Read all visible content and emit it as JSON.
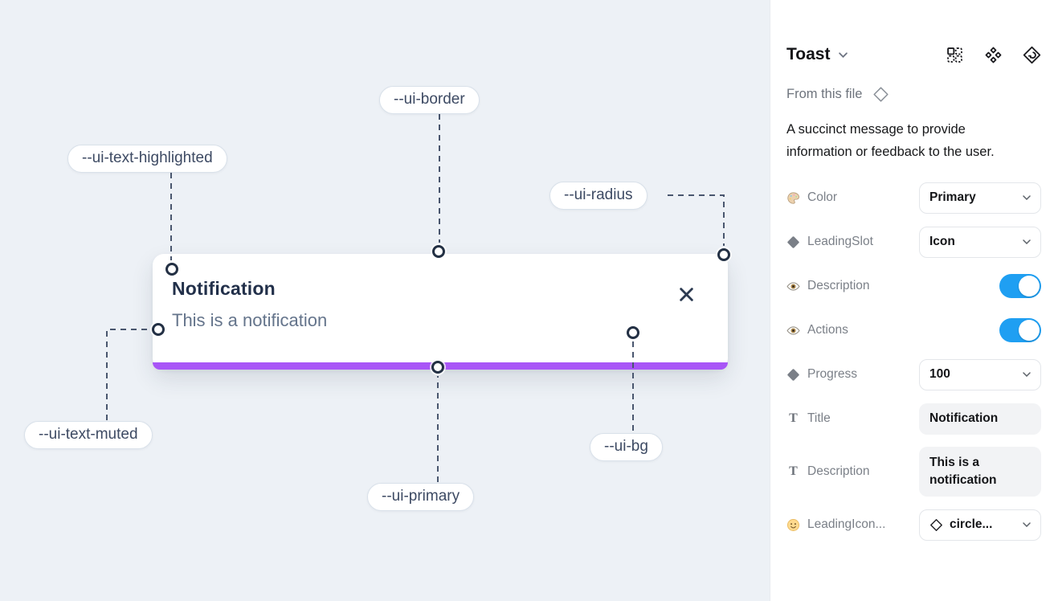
{
  "canvas": {
    "toast": {
      "title": "Notification",
      "description": "This is a notification"
    },
    "labels": [
      {
        "id": "ui-border",
        "text": "--ui-border"
      },
      {
        "id": "ui-text-highlighted",
        "text": "--ui-text-highlighted"
      },
      {
        "id": "ui-radius",
        "text": "--ui-radius"
      },
      {
        "id": "ui-text-muted",
        "text": "--ui-text-muted"
      },
      {
        "id": "ui-primary",
        "text": "--ui-primary"
      },
      {
        "id": "ui-bg",
        "text": "--ui-bg"
      }
    ]
  },
  "panel": {
    "title": "Toast",
    "source": "From this file",
    "description": "A succinct message to provide information or feedback to the user.",
    "header_icons": [
      "instance-grid-icon",
      "component-icon",
      "revert-diamond-icon"
    ],
    "properties": [
      {
        "icon": "palette-icon",
        "label": "Color",
        "control": "select",
        "value": "Primary"
      },
      {
        "icon": "diamond-icon",
        "label": "LeadingSlot",
        "control": "select",
        "value": "Icon"
      },
      {
        "icon": "eye-icon",
        "label": "Description",
        "control": "toggle",
        "state": "on"
      },
      {
        "icon": "eye-icon",
        "label": "Actions",
        "control": "toggle",
        "state": "on"
      },
      {
        "icon": "diamond-icon",
        "label": "Progress",
        "control": "select",
        "value": "100"
      },
      {
        "icon": "text-icon",
        "label": "Title",
        "control": "field",
        "value": "Notification"
      },
      {
        "icon": "text-icon",
        "label": "Description",
        "control": "field",
        "value": "This is a notification"
      },
      {
        "icon": "smiley-icon",
        "label": "LeadingIcon...",
        "control": "select",
        "value": "circle..."
      }
    ]
  },
  "colors": {
    "primary": "#a855f7",
    "toggleBlue": "#1f9ff2",
    "canvasBg": "#edf1f6"
  }
}
